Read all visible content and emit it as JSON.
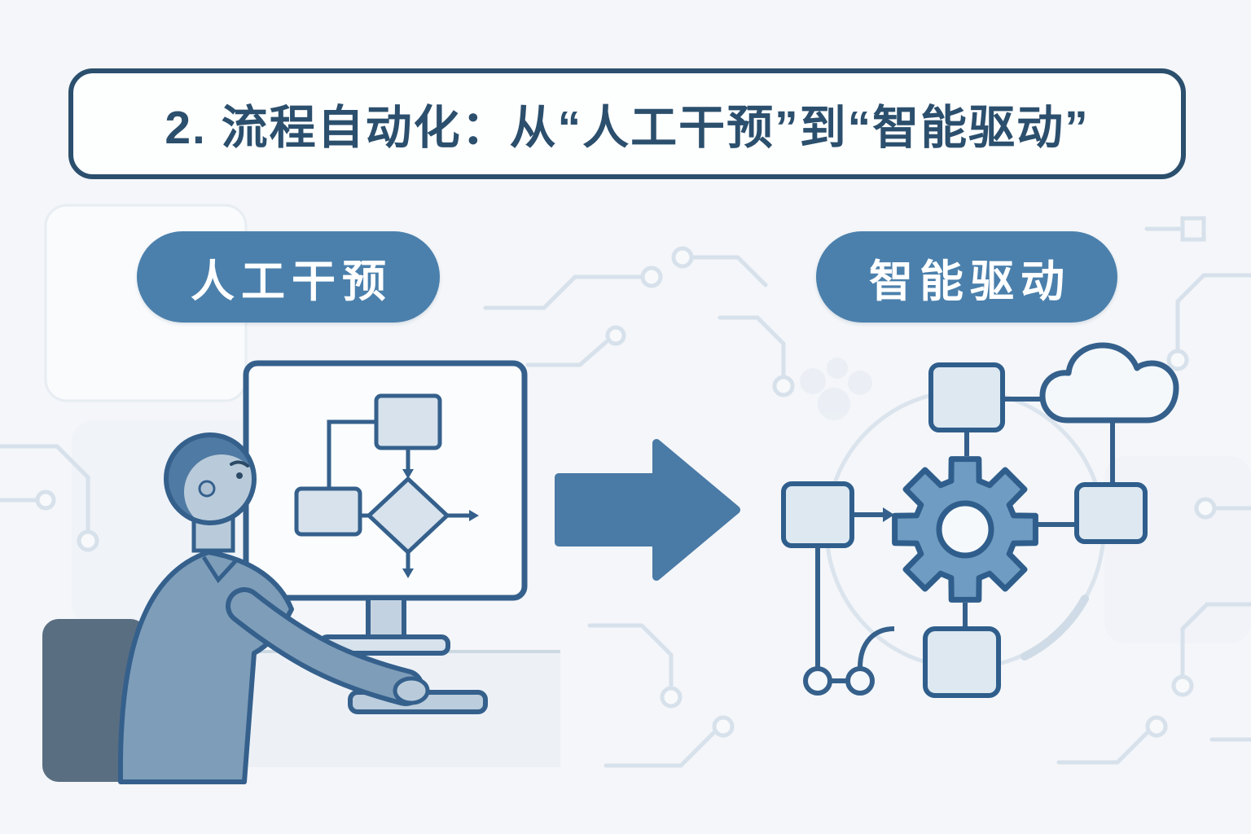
{
  "title": {
    "text": "2. 流程自动化：从“人工干预”到“智能驱动”"
  },
  "badges": {
    "left": {
      "label": "人工干预"
    },
    "right": {
      "label": "智能驱动"
    }
  },
  "colors": {
    "background": "#f4f6f9",
    "title_navy": "#2b4f6d",
    "badge_blue": "#4b80ac",
    "outline_blue": "#35608c",
    "arrow_blue": "#4a7aa6",
    "node_fill": "#dde8f0",
    "gear_fill": "#6f9cc2",
    "trace_gray_blue": "#d7e1eb"
  },
  "icons": [
    "monitor-icon",
    "flowchart-icon",
    "keyboard-icon",
    "transition-arrow-icon",
    "gear-icon",
    "cloud-icon",
    "circuit-branch-icon"
  ]
}
